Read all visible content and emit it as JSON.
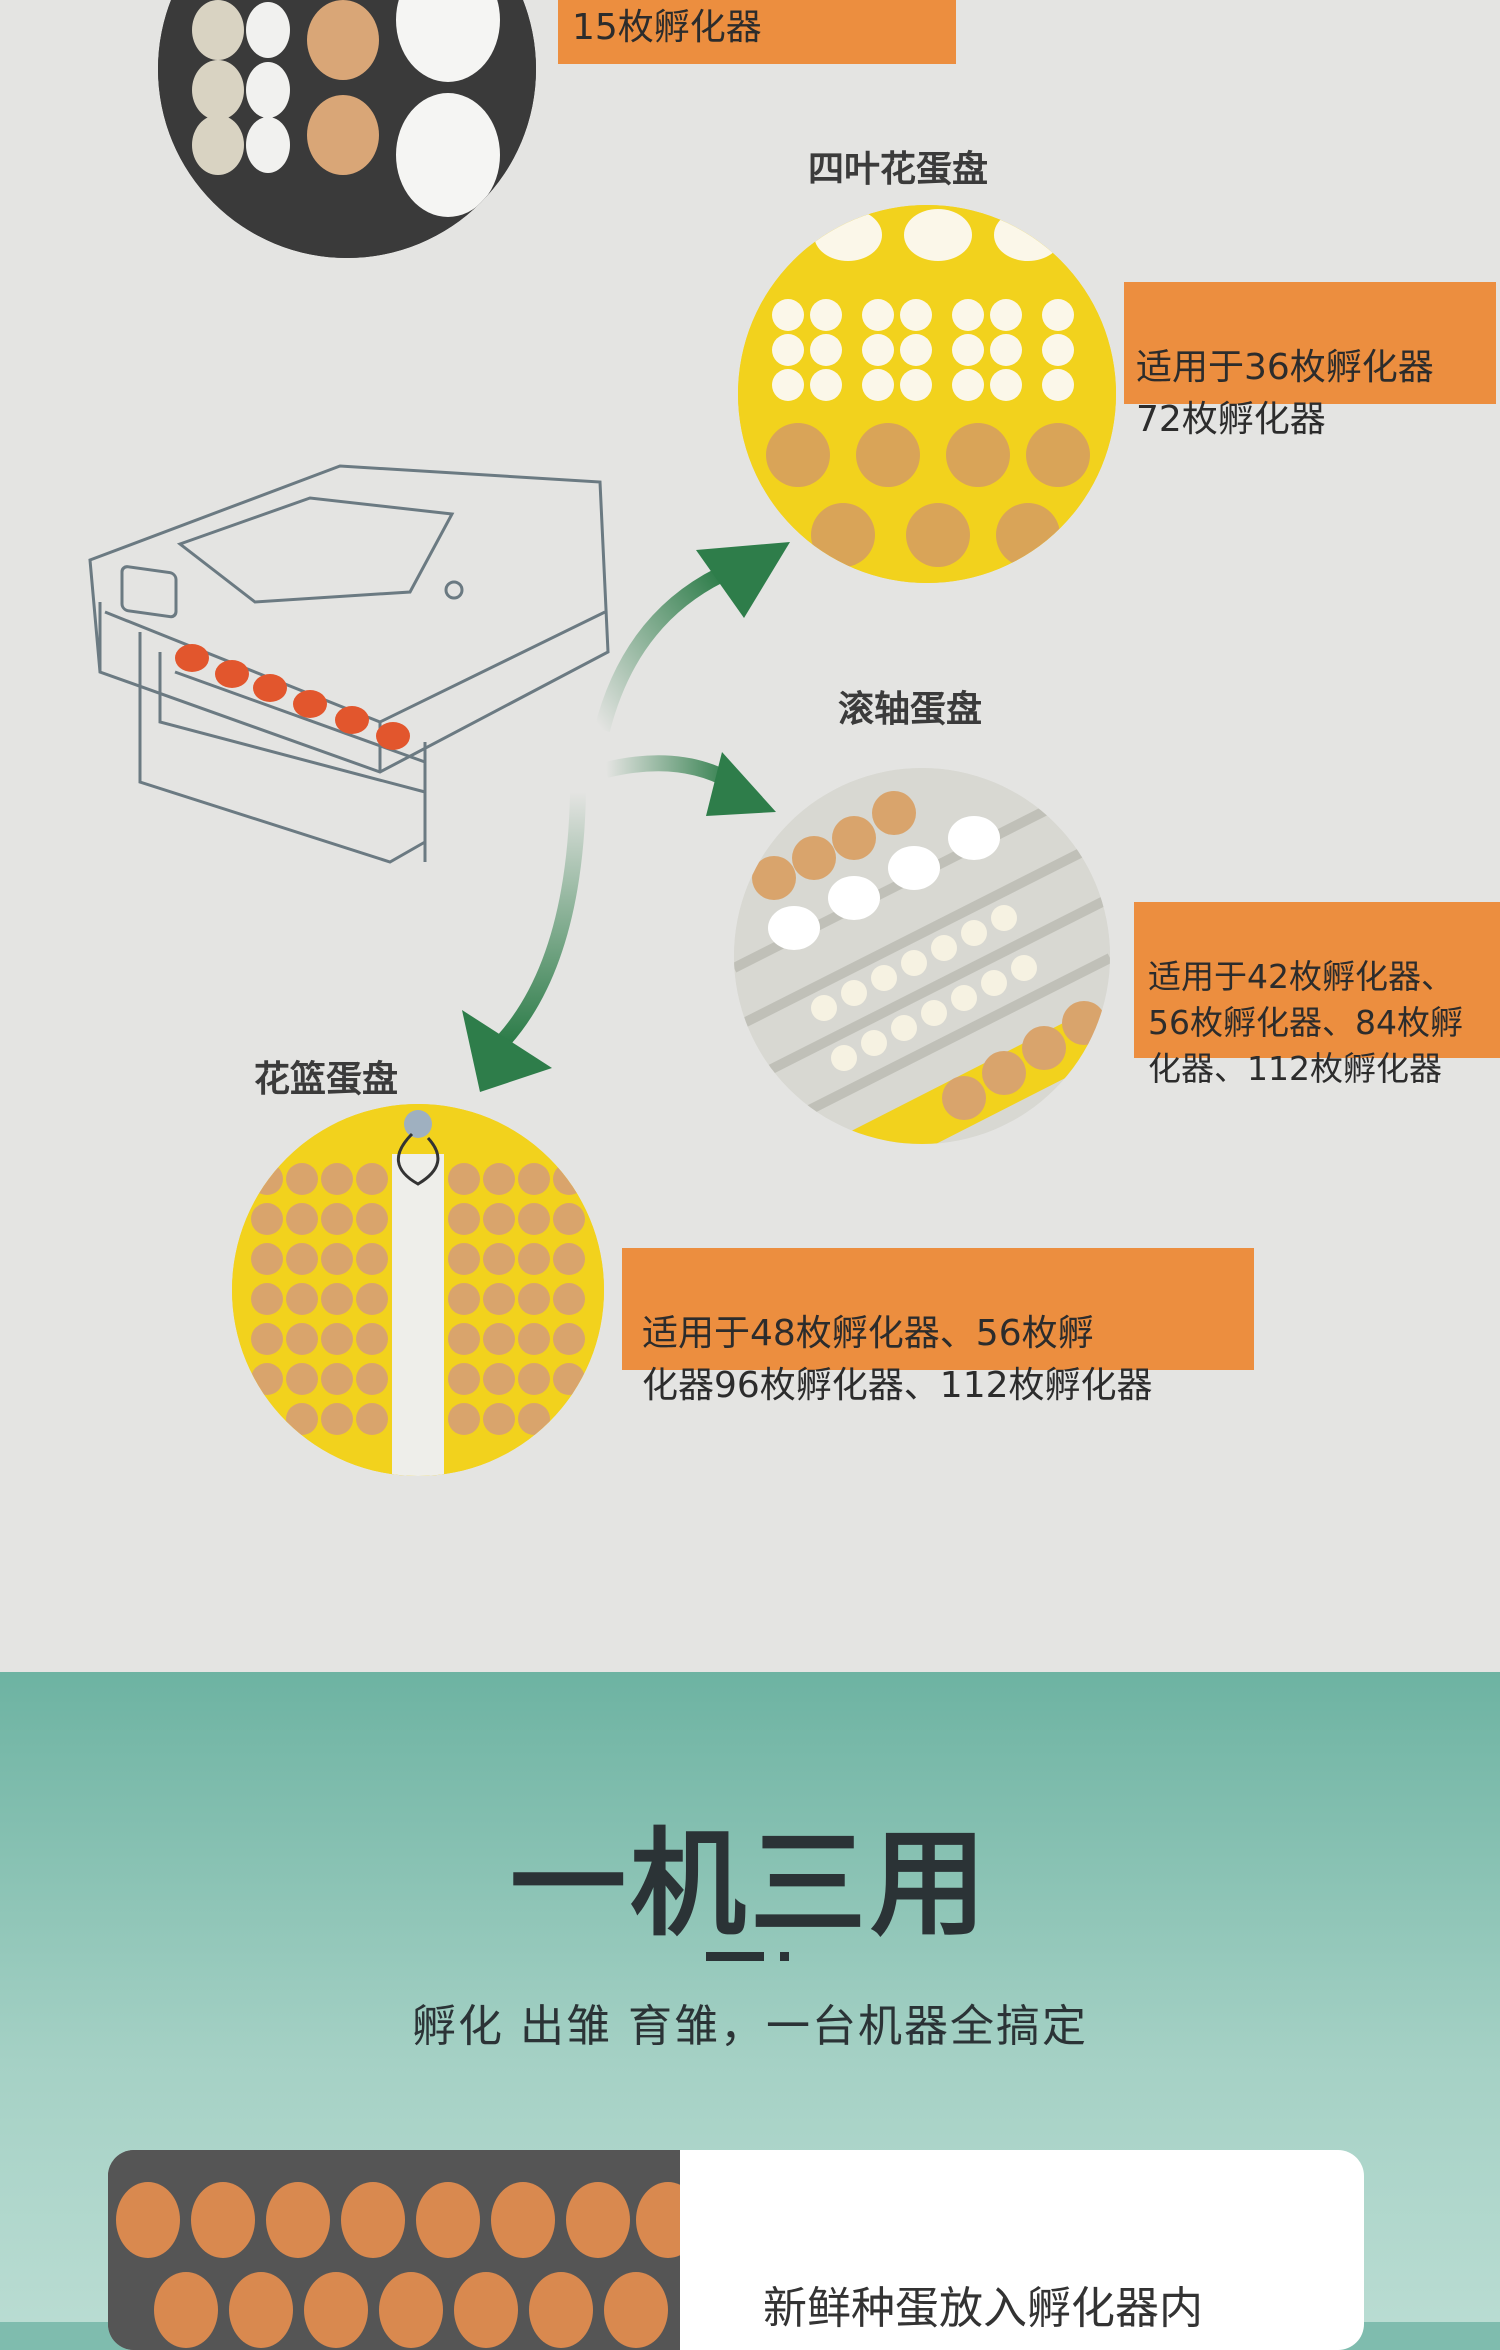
{
  "labels": {
    "top": "15枚孵化器",
    "clover_tray": "适用于36枚孵化器\n72枚孵化器",
    "roller_tray": "适用于42枚孵化器、\n56枚孵化器、84枚孵\n化器、112枚孵化器",
    "basket_tray": "适用于48枚孵化器、56枚孵\n化器96枚孵化器、112枚孵化器"
  },
  "trays": {
    "clover": "四叶花蛋盘",
    "roller": "滚轴蛋盘",
    "basket": "花篮蛋盘"
  },
  "section": {
    "title": "一机三用",
    "subtitle": "孵化 出雏 育雏，一台机器全搞定"
  },
  "card": {
    "text": "新鲜种蛋放入孵化器内"
  },
  "colors": {
    "label_bg": "#ec8e3f",
    "arrow": "#2e7d4a",
    "tray_yellow": "#f2d21d",
    "panel": "#e4e4e2",
    "teal": "#7fbcae"
  }
}
